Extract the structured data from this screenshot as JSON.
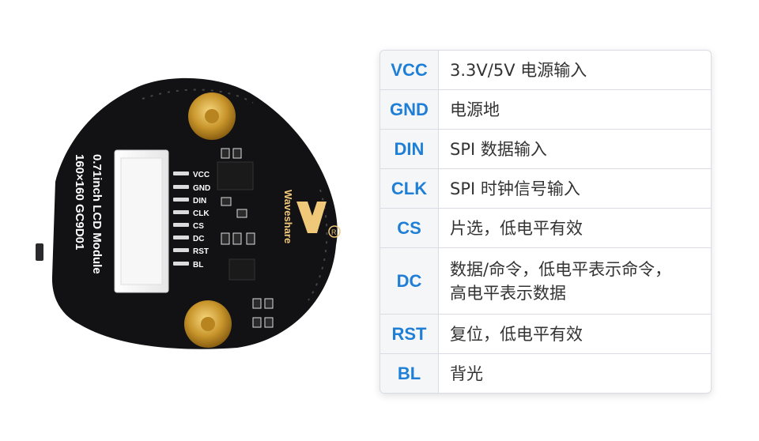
{
  "board": {
    "silk_title": "0.71inch LCD Module",
    "silk_sub": "160×160    GC9D01",
    "brand": "Waveshare",
    "registered_mark": "R",
    "pins": [
      "VCC",
      "GND",
      "DIN",
      "CLK",
      "CS",
      "DC",
      "RST",
      "BL"
    ]
  },
  "pin_table": {
    "rows": [
      {
        "pin": "VCC",
        "desc": "3.3V/5V 电源输入"
      },
      {
        "pin": "GND",
        "desc": "电源地"
      },
      {
        "pin": "DIN",
        "desc": "SPI 数据输入"
      },
      {
        "pin": "CLK",
        "desc": "SPI 时钟信号输入"
      },
      {
        "pin": "CS",
        "desc": "片选，低电平有效"
      },
      {
        "pin": "DC",
        "desc": "数据/命令，低电平表示命令，\n高电平表示数据"
      },
      {
        "pin": "RST",
        "desc": "复位，低电平有效"
      },
      {
        "pin": "BL",
        "desc": "背光"
      }
    ]
  }
}
